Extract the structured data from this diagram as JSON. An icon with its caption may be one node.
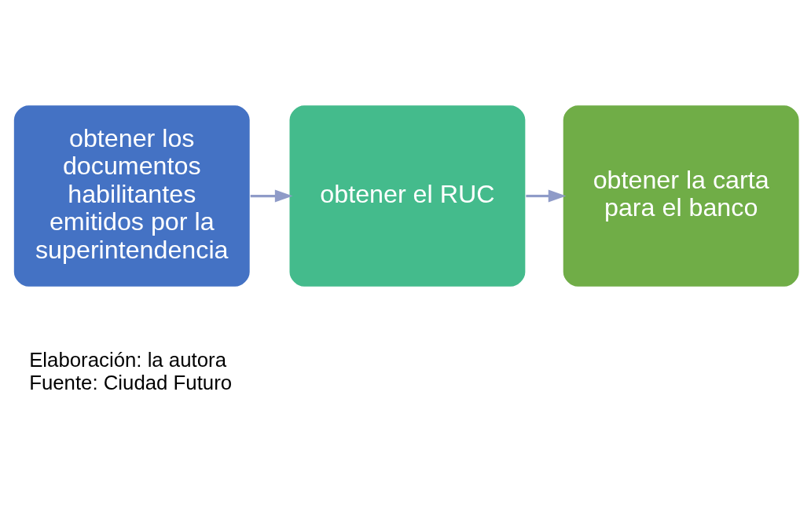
{
  "diagram": {
    "nodes": [
      {
        "text": [
          "obtener los documentos habilitantes emitidos por la superintendencia"
        ]
      },
      {
        "text": [
          "obtener el RUC"
        ]
      },
      {
        "text": [
          "obtener la carta para el banco"
        ]
      }
    ],
    "edges": [
      {
        "from": 0,
        "to": 1,
        "arrow": "to"
      },
      {
        "from": 1,
        "to": 2,
        "arrow": "to"
      }
    ],
    "labels": [
      "Elaboración: la autora",
      "Fuente: Ciudad Futuro"
    ]
  }
}
